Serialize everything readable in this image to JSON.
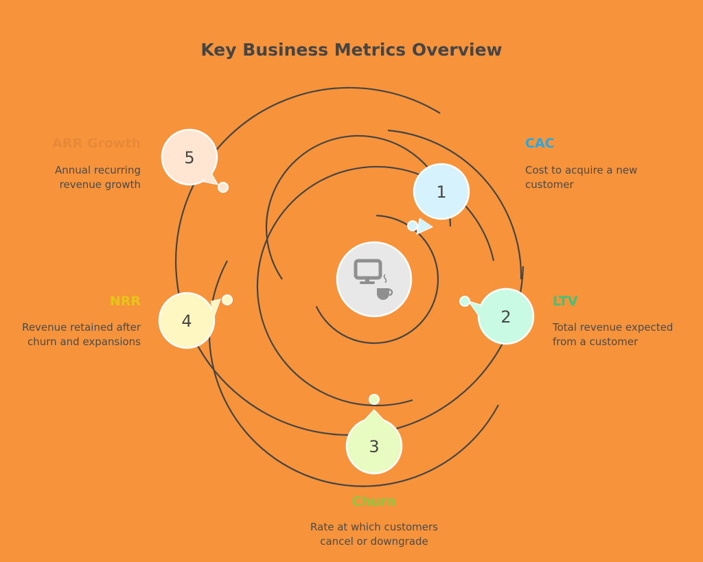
{
  "title": "Key Business Metrics Overview",
  "center_icon": "computer-coffee-icon",
  "metrics": [
    {
      "number": "1",
      "label": "CAC",
      "description_lines": [
        "Cost to acquire a new",
        "customer"
      ],
      "label_color": "#29A8E0",
      "bubble_color": "#D6F3FD"
    },
    {
      "number": "2",
      "label": "LTV",
      "description_lines": [
        "Total revenue expected",
        "from a customer"
      ],
      "label_color": "#3CC47E",
      "bubble_color": "#C8FAE4"
    },
    {
      "number": "3",
      "label": "Churn",
      "description_lines": [
        "Rate at which customers",
        "cancel or downgrade"
      ],
      "label_color": "#8DC63F",
      "bubble_color": "#E8FBC0"
    },
    {
      "number": "4",
      "label": "NRR",
      "description_lines": [
        "Revenue retained after",
        "churn and expansions"
      ],
      "label_color": "#E6C619",
      "bubble_color": "#FFF7C2"
    },
    {
      "number": "5",
      "label": "ARR Growth",
      "description_lines": [
        "Annual recurring",
        "revenue growth"
      ],
      "label_color": "#E8893A",
      "bubble_color": "#FEE6D2"
    }
  ]
}
